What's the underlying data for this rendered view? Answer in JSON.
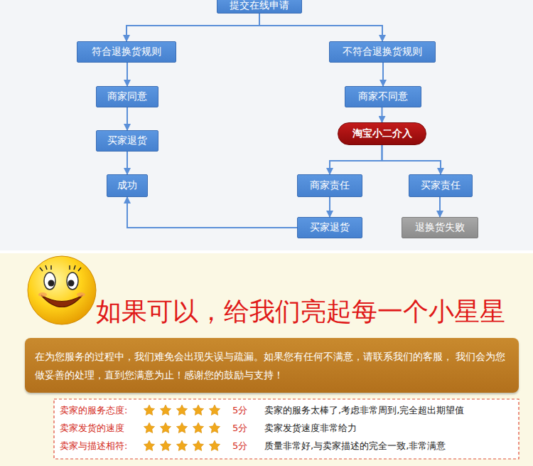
{
  "diagram": {
    "nodes": [
      {
        "text": [
          "提交在线申请"
        ]
      },
      {
        "text": [
          "符合退换货规则"
        ]
      },
      {
        "text": [
          "不符合退换货规则"
        ]
      },
      {
        "text": [
          "商家同意"
        ]
      },
      {
        "text": [
          "商家不同意"
        ]
      },
      {
        "text": [
          "淘宝小二介入"
        ]
      },
      {
        "text": [
          "买家退货"
        ]
      },
      {
        "text": [
          "成功"
        ]
      },
      {
        "text": [
          "商家责任"
        ]
      },
      {
        "text": [
          "买家责任"
        ]
      },
      {
        "text": [
          "买家退货"
        ]
      },
      {
        "text": [
          "退换货失败"
        ]
      },
      {
        "text": [
          "在为您服务的过程中，我们难免会出现失误与疏漏。如果您有任何不满意，请联系我们的客服， 我们会为您做妥善的处理，直到您满意为止！感谢您的鼓励与支持！"
        ]
      }
    ],
    "edges": [
      {
        "from": 0,
        "to": 1,
        "arrow": "to"
      },
      {
        "from": 0,
        "to": 2,
        "arrow": "to"
      },
      {
        "from": 1,
        "to": 3,
        "arrow": "to"
      },
      {
        "from": 3,
        "to": 6,
        "arrow": "to"
      },
      {
        "from": 6,
        "to": 7,
        "arrow": "to"
      },
      {
        "from": 2,
        "to": 4,
        "arrow": "to"
      },
      {
        "from": 4,
        "to": 5,
        "arrow": "to"
      },
      {
        "from": 5,
        "to": 8,
        "arrow": "to"
      },
      {
        "from": 5,
        "to": 9,
        "arrow": "to"
      },
      {
        "from": 8,
        "to": 10,
        "arrow": "to"
      },
      {
        "from": 9,
        "to": 11,
        "arrow": "to"
      },
      {
        "from": 10,
        "to": 7,
        "arrow": "to"
      }
    ],
    "labels": [
      "如果可以，给我们亮起每一个小星星",
      "卖家的服务态度:",
      "5分",
      "卖家的服务太棒了,考虑非常周到,完全超出期望值",
      "卖家发货的速度",
      "5分",
      "卖家发货速度非常给力",
      "卖家与描述相符:",
      "5分",
      "质量非常好,与卖家描述的完全一致,非常满意"
    ]
  }
}
